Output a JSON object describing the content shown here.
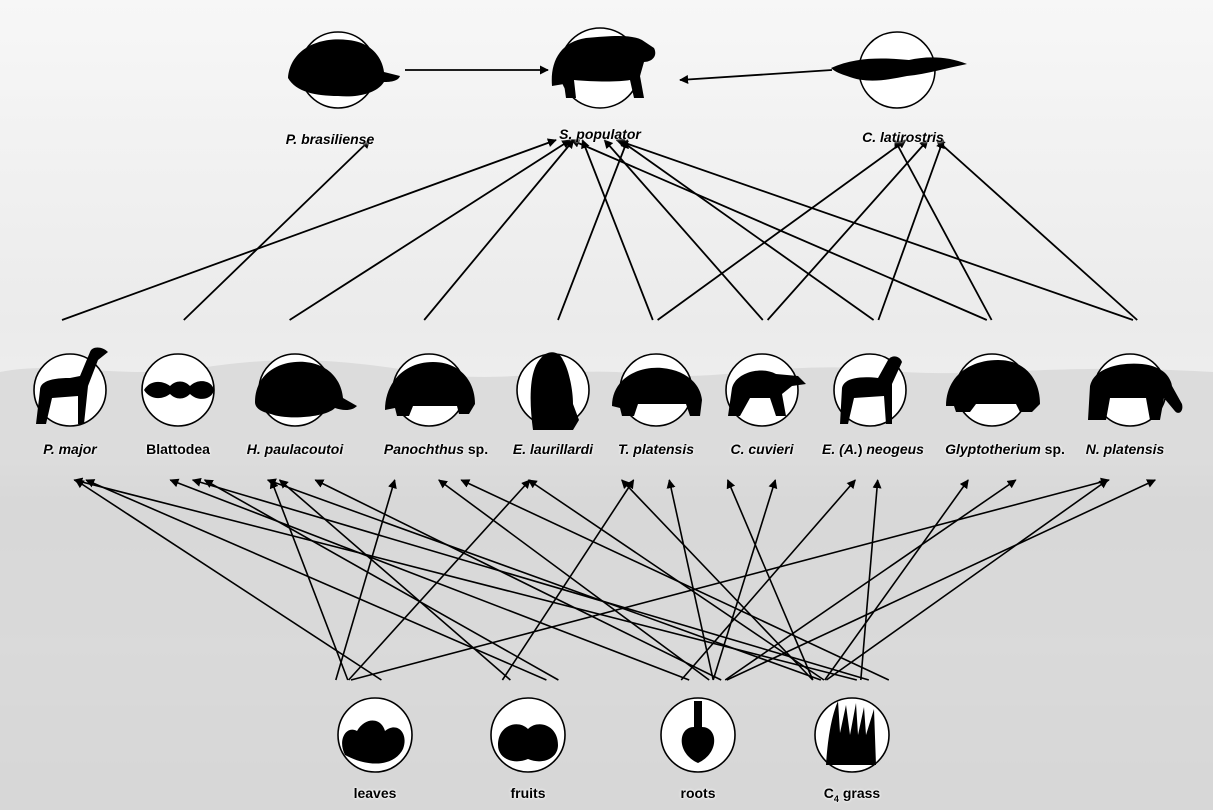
{
  "predators": [
    {
      "id": "pbra",
      "label": "P. brasiliense",
      "icon": "glyptodont-armadillo-silhouette-icon"
    },
    {
      "id": "spop",
      "label": "S. populator",
      "icon": "saber-toothed-cat-silhouette-icon"
    },
    {
      "id": "clat",
      "label": "C. latirostris",
      "icon": "caiman-silhouette-icon"
    }
  ],
  "consumers": [
    {
      "id": "pmaj",
      "parts": [
        {
          "t": "P. major",
          "i": true
        }
      ],
      "icon": "llama-silhouette-icon"
    },
    {
      "id": "blat",
      "parts": [
        {
          "t": "Blattodea",
          "i": false
        }
      ],
      "icon": "ant-silhouette-icon"
    },
    {
      "id": "hpau",
      "parts": [
        {
          "t": "H. paulacoutoi",
          "i": true
        }
      ],
      "icon": "armadillo-silhouette-icon"
    },
    {
      "id": "pano",
      "parts": [
        {
          "t": "Panochthus",
          "i": true
        },
        {
          "t": " sp.",
          "i": false
        }
      ],
      "icon": "glyptodont-silhouette-icon"
    },
    {
      "id": "elau",
      "parts": [
        {
          "t": "E. laurillardi",
          "i": true
        }
      ],
      "icon": "ground-sloth-standing-silhouette-icon"
    },
    {
      "id": "tpla",
      "parts": [
        {
          "t": "T. platensis",
          "i": true
        }
      ],
      "icon": "toxodon-silhouette-icon"
    },
    {
      "id": "ccuv",
      "parts": [
        {
          "t": "C. cuvieri",
          "i": true
        }
      ],
      "icon": "sloth-silhouette-icon"
    },
    {
      "id": "eneo",
      "parts": [
        {
          "t": "E. (",
          "i": true
        },
        {
          "t": "A.",
          "i": true
        },
        {
          "t": ") ",
          "i": false
        },
        {
          "t": "neogeus",
          "i": true
        }
      ],
      "icon": "horse-silhouette-icon"
    },
    {
      "id": "glyp",
      "parts": [
        {
          "t": "Glyptotherium",
          "i": true
        },
        {
          "t": " sp.",
          "i": false
        }
      ],
      "icon": "glyptotherium-silhouette-icon"
    },
    {
      "id": "npla",
      "parts": [
        {
          "t": "N. platensis",
          "i": true
        }
      ],
      "icon": "mastodon-silhouette-icon"
    }
  ],
  "resources": [
    {
      "id": "leav",
      "main": "leaves",
      "sub": "",
      "icon": "leaves-icon"
    },
    {
      "id": "frui",
      "main": "fruits",
      "sub": "",
      "icon": "fruits-icon"
    },
    {
      "id": "root",
      "main": "roots",
      "sub": "",
      "icon": "roots-icon"
    },
    {
      "id": "c4gr",
      "main": "C",
      "sub": "4",
      "tail": " grass",
      "icon": "grass-icon"
    }
  ],
  "links": [
    [
      "pbra",
      "spop"
    ],
    [
      "clat",
      "spop"
    ],
    [
      "blat",
      "pbra"
    ],
    [
      "pmaj",
      "spop"
    ],
    [
      "hpau",
      "spop"
    ],
    [
      "pano",
      "spop"
    ],
    [
      "elau",
      "spop"
    ],
    [
      "tpla",
      "spop"
    ],
    [
      "ccuv",
      "spop"
    ],
    [
      "eneo",
      "spop"
    ],
    [
      "glyp",
      "spop"
    ],
    [
      "npla",
      "spop"
    ],
    [
      "tpla",
      "clat"
    ],
    [
      "ccuv",
      "clat"
    ],
    [
      "eneo",
      "clat"
    ],
    [
      "glyp",
      "clat"
    ],
    [
      "npla",
      "clat"
    ],
    [
      "leav",
      "pmaj"
    ],
    [
      "leav",
      "hpau"
    ],
    [
      "leav",
      "pano"
    ],
    [
      "leav",
      "elau"
    ],
    [
      "leav",
      "npla"
    ],
    [
      "frui",
      "pmaj"
    ],
    [
      "frui",
      "blat"
    ],
    [
      "frui",
      "hpau"
    ],
    [
      "frui",
      "tpla"
    ],
    [
      "root",
      "blat"
    ],
    [
      "root",
      "hpau"
    ],
    [
      "root",
      "pano"
    ],
    [
      "root",
      "tpla"
    ],
    [
      "root",
      "ccuv"
    ],
    [
      "root",
      "eneo"
    ],
    [
      "root",
      "glyp"
    ],
    [
      "root",
      "npla"
    ],
    [
      "c4gr",
      "pmaj"
    ],
    [
      "c4gr",
      "blat"
    ],
    [
      "c4gr",
      "hpau"
    ],
    [
      "c4gr",
      "pano"
    ],
    [
      "c4gr",
      "elau"
    ],
    [
      "c4gr",
      "tpla"
    ],
    [
      "c4gr",
      "ccuv"
    ],
    [
      "c4gr",
      "eneo"
    ],
    [
      "c4gr",
      "glyp"
    ],
    [
      "c4gr",
      "npla"
    ]
  ]
}
